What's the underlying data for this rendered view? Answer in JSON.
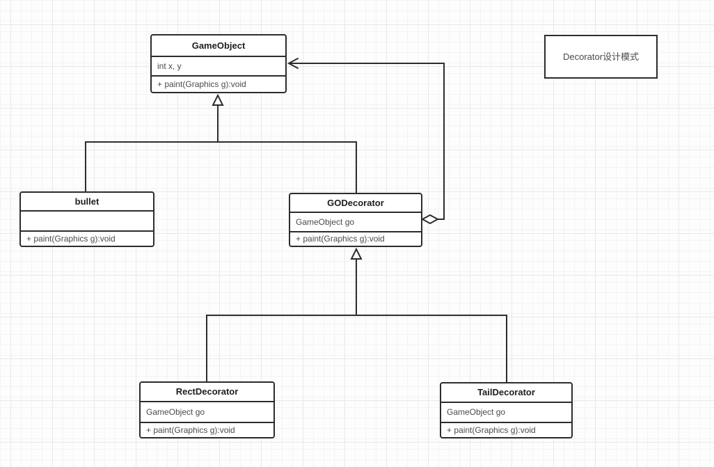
{
  "note": {
    "label": "Decorator设计模式"
  },
  "classes": {
    "gameobject": {
      "name": "GameObject",
      "attributes": "int x, y",
      "methods": "+ paint(Graphics g):void"
    },
    "bullet": {
      "name": "bullet",
      "attributes": "",
      "methods": "+ paint(Graphics g):void"
    },
    "godecorator": {
      "name": "GODecorator",
      "attributes": "GameObject go",
      "methods": "+ paint(Graphics g):void"
    },
    "rectdecorator": {
      "name": "RectDecorator",
      "attributes": "GameObject go",
      "methods": "+ paint(Graphics g):void"
    },
    "taildecorator": {
      "name": "TailDecorator",
      "attributes": "GameObject go",
      "methods": "+ paint(Graphics g):void"
    }
  },
  "relations": [
    {
      "type": "generalization",
      "from": "bullet",
      "to": "GameObject",
      "marker": "hollow-triangle"
    },
    {
      "type": "generalization",
      "from": "GODecorator",
      "to": "GameObject",
      "marker": "hollow-triangle"
    },
    {
      "type": "generalization",
      "from": "RectDecorator",
      "to": "GODecorator",
      "marker": "hollow-triangle"
    },
    {
      "type": "generalization",
      "from": "TailDecorator",
      "to": "GODecorator",
      "marker": "hollow-triangle"
    },
    {
      "type": "aggregation",
      "from": "GODecorator",
      "to": "GameObject",
      "marker": "hollow-diamond-and-open-arrow"
    }
  ],
  "colors": {
    "stroke": "#2c2c2c",
    "box_fill": "#ffffff",
    "canvas": "#fdfdfd",
    "grid_minor": "#f3f3f3",
    "grid_major": "#e8e8e8",
    "title_text": "#1d1d1d",
    "body_text": "#4a4a4a"
  }
}
